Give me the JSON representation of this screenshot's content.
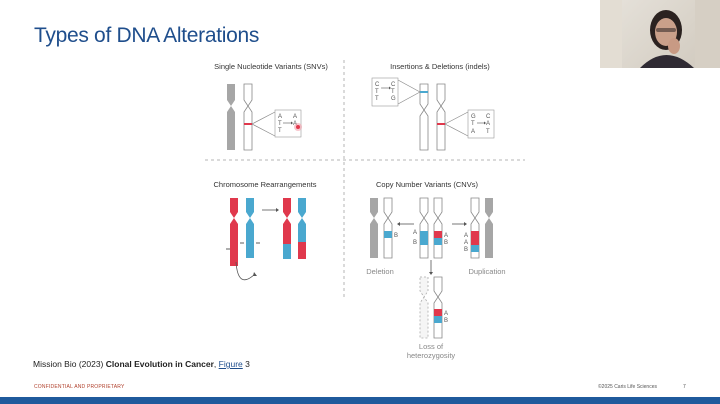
{
  "slide": {
    "title": "Types of DNA Alterations"
  },
  "panels": {
    "snv": {
      "label": "Single Nucleotide Variants (SNVs)"
    },
    "indel": {
      "label": "Insertions & Deletions (indels)"
    },
    "rearrangement": {
      "label": "Chromosome Rearrangements"
    },
    "cnv": {
      "label": "Copy Number Variants (CNVs)",
      "deletion": "Deletion",
      "duplication": "Duplication",
      "loh": "Loss of heterozygosity"
    }
  },
  "bases": {
    "snv": [
      "A",
      "T",
      "T",
      "A",
      "A"
    ],
    "indel_top": [
      "C",
      "T",
      "T",
      "G",
      "C",
      "T",
      "G"
    ],
    "indel_bottom": [
      "G",
      "T",
      "A",
      "C",
      "A",
      "T"
    ],
    "allele_a": "A",
    "allele_b": "B"
  },
  "citation": {
    "prefix": "Mission Bio (2023) ",
    "bold": "Clonal Evolution in Cancer",
    "sep": ", ",
    "link": "Figure",
    "suffix": " 3"
  },
  "footer": {
    "confidential": "CONFIDENTIAL AND PROPRIETARY",
    "copyright": "©2025 Caris Life Sciences",
    "page": "7"
  },
  "colors": {
    "title": "#1f4e8c",
    "red": "#e0384c",
    "blue": "#4aa8cf",
    "gray": "#a6a6a6",
    "bar": "#1f5a9c"
  }
}
